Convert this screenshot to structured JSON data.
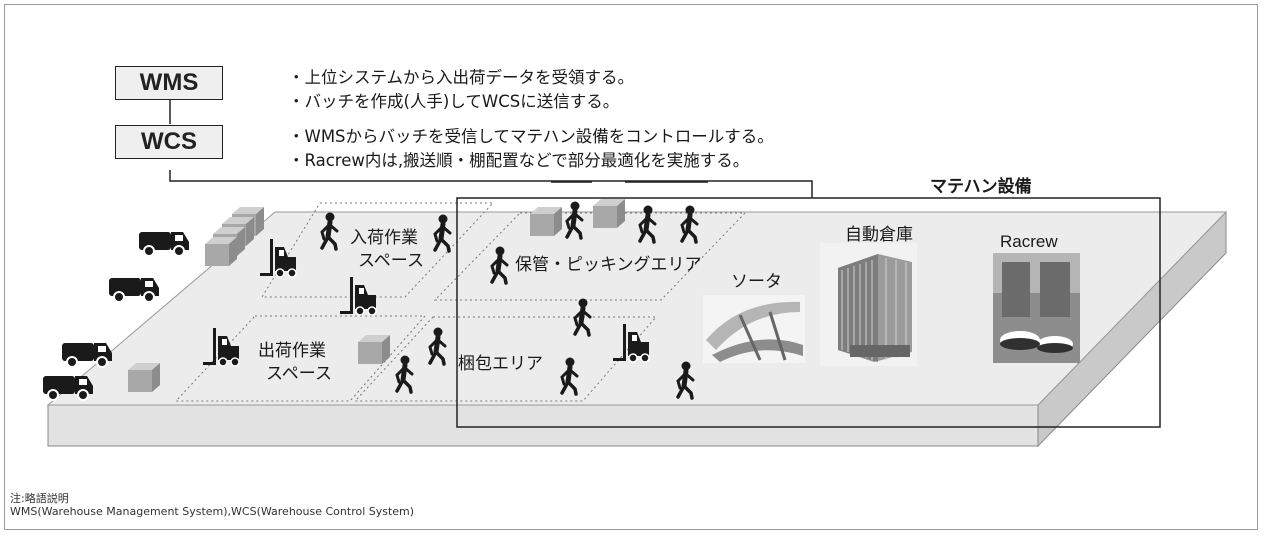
{
  "systems": {
    "wms": "WMS",
    "wcs": "WCS"
  },
  "wms_bullets": [
    "上位システムから入出荷データを受領する。",
    "バッチを作成(人手)してWCSに送信する。"
  ],
  "wcs_bullets": [
    "WMSからバッチを受信してマテハン設備をコントロールする。",
    "Racrew内は,搬送順・棚配置などで部分最適化を実施する。"
  ],
  "areas": {
    "material_handling": "マテハン設備",
    "inbound": [
      "入荷作業",
      "スペース"
    ],
    "outbound": [
      "出荷作業",
      "スペース"
    ],
    "storage_picking": "保管・ピッキングエリア",
    "packing": "梱包エリア",
    "sorter": "ソータ",
    "automated_warehouse": "自動倉庫",
    "racrew": "Racrew"
  },
  "note": {
    "title": "注:略語説明",
    "text": "WMS(Warehouse Management System),WCS(Warehouse Control System)"
  },
  "colors": {
    "floor": "#ececec",
    "floor_side": "#c9c9c9",
    "box": "#a8a8a8",
    "figure": "#1a1a1a"
  }
}
